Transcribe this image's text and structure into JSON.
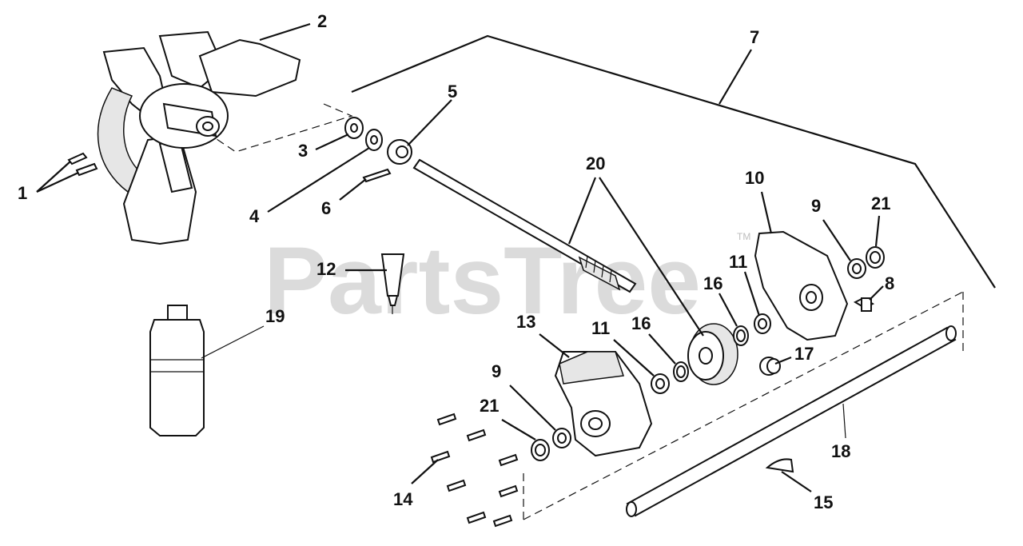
{
  "watermark": {
    "text": "PartsTree",
    "trademark": "TM"
  },
  "callouts": {
    "c1": "1",
    "c2": "2",
    "c3": "3",
    "c4": "4",
    "c5": "5",
    "c6": "6",
    "c7": "7",
    "c8": "8",
    "c9a": "9",
    "c9b": "9",
    "c10": "10",
    "c11a": "11",
    "c11b": "11",
    "c12": "12",
    "c13": "13",
    "c14": "14",
    "c15": "15",
    "c16a": "16",
    "c16b": "16",
    "c17": "17",
    "c18": "18",
    "c19": "19",
    "c20": "20",
    "c21a": "21",
    "c21b": "21"
  },
  "colors": {
    "ink": "#111111",
    "watermark": "#cfcfcf",
    "background": "#ffffff"
  }
}
